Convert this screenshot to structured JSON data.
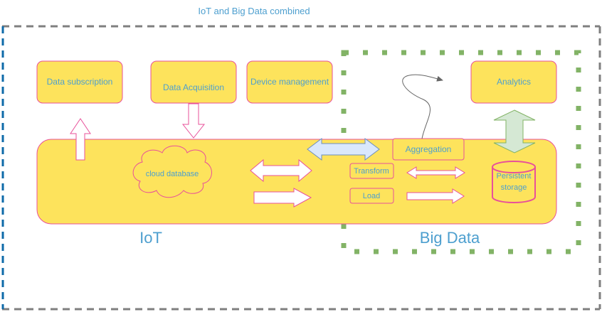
{
  "title": "IoT and Big Data combined",
  "regions": {
    "iot": "IoT",
    "big_data": "Big Data"
  },
  "boxes": {
    "data_subscription": "Data subscription",
    "data_acquisition": "Data Acquisition",
    "device_management": "Device management",
    "analytics": "Analytics",
    "aggregation": "Aggregation",
    "transform": "Transform",
    "load": "Load"
  },
  "cloud_database": "cloud database",
  "persistent_storage": [
    "Persistent",
    "storage"
  ],
  "colors": {
    "box_fill": "#fde35c",
    "box_stroke": "#e8509a",
    "text": "#4d9fcf",
    "outer_border_blue": "#0e6aa8",
    "outer_border_gray": "#7f7f7f",
    "big_data_border": "#82b366",
    "exchange_arrow_fill": "#dae8fc",
    "storage_arrow_fill": "#d5e8d4"
  }
}
